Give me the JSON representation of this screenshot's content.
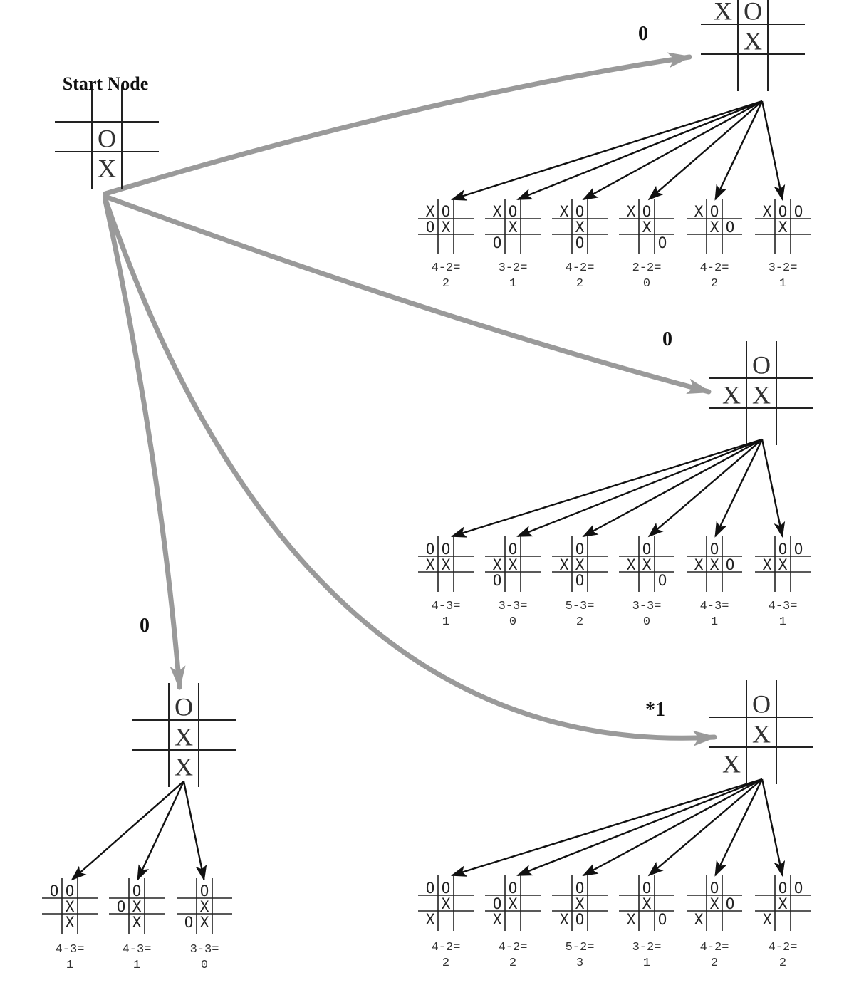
{
  "title": "Start Node",
  "start_board": [
    "",
    "",
    "",
    "",
    "O",
    "",
    "",
    "X",
    ""
  ],
  "colors": {
    "gray_arrow": "#9a9a9a",
    "black_arrow": "#111111",
    "grid": "#222222"
  },
  "branches": [
    {
      "value": "0",
      "board": [
        "X",
        "O",
        "",
        "",
        "X",
        "",
        "",
        "",
        ""
      ],
      "children": [
        {
          "board": [
            "X",
            "O",
            "",
            "O",
            "X",
            "",
            "",
            "",
            ""
          ],
          "score": [
            "4-2=",
            "2"
          ]
        },
        {
          "board": [
            "X",
            "O",
            "",
            "",
            "X",
            "",
            "O",
            "",
            ""
          ],
          "score": [
            "3-2=",
            "1"
          ]
        },
        {
          "board": [
            "X",
            "O",
            "",
            "",
            "X",
            "",
            "",
            "O",
            ""
          ],
          "score": [
            "4-2=",
            "2"
          ]
        },
        {
          "board": [
            "X",
            "O",
            "",
            "",
            "X",
            "",
            "",
            "",
            "O"
          ],
          "score": [
            "2-2=",
            "0"
          ]
        },
        {
          "board": [
            "X",
            "O",
            "",
            "",
            "X",
            "O",
            "",
            "",
            ""
          ],
          "score": [
            "4-2=",
            "2"
          ]
        },
        {
          "board": [
            "X",
            "O",
            "O",
            "",
            "X",
            "",
            "",
            "",
            ""
          ],
          "score": [
            "3-2=",
            "1"
          ]
        }
      ]
    },
    {
      "value": "0",
      "board": [
        "",
        "O",
        "",
        "X",
        "X",
        "",
        "",
        "",
        ""
      ],
      "children": [
        {
          "board": [
            "O",
            "O",
            "",
            "X",
            "X",
            "",
            "",
            "",
            ""
          ],
          "score": [
            "4-3=",
            "1"
          ]
        },
        {
          "board": [
            "",
            "O",
            "",
            "X",
            "X",
            "",
            "O",
            "",
            ""
          ],
          "score": [
            "3-3=",
            "0"
          ]
        },
        {
          "board": [
            "",
            "O",
            "",
            "X",
            "X",
            "",
            "",
            "O",
            ""
          ],
          "score": [
            "5-3=",
            "2"
          ]
        },
        {
          "board": [
            "",
            "O",
            "",
            "X",
            "X",
            "",
            "",
            "",
            "O"
          ],
          "score": [
            "3-3=",
            "0"
          ]
        },
        {
          "board": [
            "",
            "O",
            "",
            "X",
            "X",
            "O",
            "",
            "",
            ""
          ],
          "score": [
            "4-3=",
            "1"
          ]
        },
        {
          "board": [
            "",
            "O",
            "O",
            "X",
            "X",
            "",
            "",
            "",
            ""
          ],
          "score": [
            "4-3=",
            "1"
          ]
        }
      ]
    },
    {
      "value": "*1",
      "board": [
        "",
        "O",
        "",
        "",
        "X",
        "",
        "X",
        "",
        ""
      ],
      "children": [
        {
          "board": [
            "O",
            "O",
            "",
            "",
            "X",
            "",
            "X",
            "",
            ""
          ],
          "score": [
            "4-2=",
            "2"
          ]
        },
        {
          "board": [
            "",
            "O",
            "",
            "O",
            "X",
            "",
            "X",
            "",
            ""
          ],
          "score": [
            "4-2=",
            "2"
          ]
        },
        {
          "board": [
            "",
            "O",
            "",
            "",
            "X",
            "",
            "X",
            "O",
            ""
          ],
          "score": [
            "5-2=",
            "3"
          ]
        },
        {
          "board": [
            "",
            "O",
            "",
            "",
            "X",
            "",
            "X",
            "",
            "O"
          ],
          "score": [
            "3-2=",
            "1"
          ]
        },
        {
          "board": [
            "",
            "O",
            "",
            "",
            "X",
            "O",
            "X",
            "",
            ""
          ],
          "score": [
            "4-2=",
            "2"
          ]
        },
        {
          "board": [
            "",
            "O",
            "O",
            "",
            "X",
            "",
            "X",
            "",
            ""
          ],
          "score": [
            "4-2=",
            "2"
          ]
        }
      ]
    },
    {
      "value": "0",
      "board": [
        "",
        "O",
        "",
        "",
        "X",
        "",
        "",
        "X",
        ""
      ],
      "children": [
        {
          "board": [
            "O",
            "O",
            "",
            "",
            "X",
            "",
            "",
            "X",
            ""
          ],
          "score": [
            "4-3=",
            "1"
          ]
        },
        {
          "board": [
            "",
            "O",
            "",
            "O",
            "X",
            "",
            "",
            "X",
            ""
          ],
          "score": [
            "4-3=",
            "1"
          ]
        },
        {
          "board": [
            "",
            "O",
            "",
            "",
            "X",
            "",
            "O",
            "X",
            ""
          ],
          "score": [
            "3-3=",
            "0"
          ]
        }
      ]
    }
  ]
}
